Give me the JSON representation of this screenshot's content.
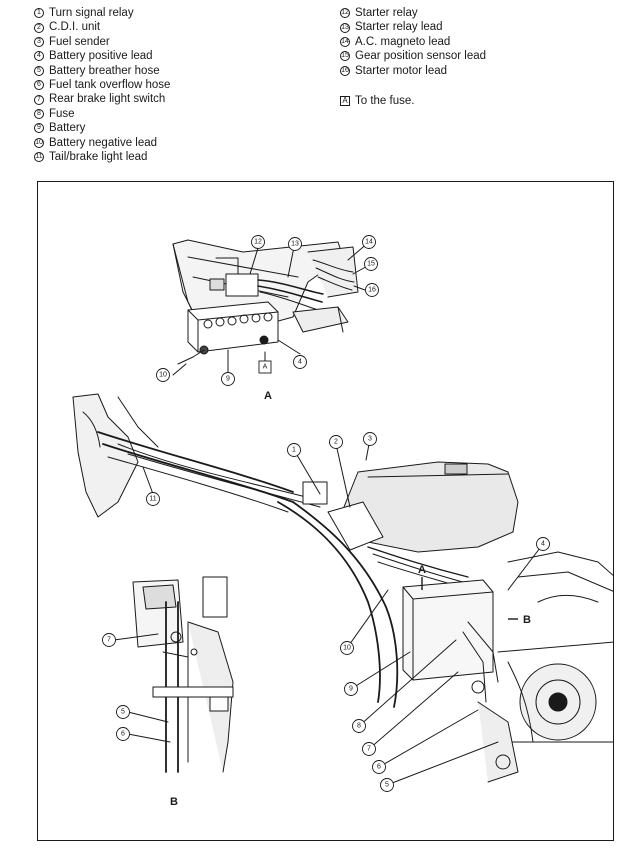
{
  "legend_left": [
    {
      "num": "1",
      "text": "Turn signal relay"
    },
    {
      "num": "2",
      "text": "C.D.I. unit"
    },
    {
      "num": "3",
      "text": "Fuel sender"
    },
    {
      "num": "4",
      "text": "Battery positive lead"
    },
    {
      "num": "5",
      "text": "Battery breather hose"
    },
    {
      "num": "6",
      "text": "Fuel tank overflow hose"
    },
    {
      "num": "7",
      "text": "Rear brake light switch"
    },
    {
      "num": "8",
      "text": "Fuse"
    },
    {
      "num": "9",
      "text": "Battery"
    },
    {
      "num": "10",
      "text": "Battery negative lead"
    },
    {
      "num": "11",
      "text": "Tail/brake light lead"
    }
  ],
  "legend_right": [
    {
      "num": "12",
      "text": "Starter relay"
    },
    {
      "num": "13",
      "text": "Starter relay lead"
    },
    {
      "num": "14",
      "text": "A.C. magneto lead"
    },
    {
      "num": "15",
      "text": "Gear position sensor lead"
    },
    {
      "num": "16",
      "text": "Starter motor lead"
    }
  ],
  "fuse_note": {
    "box": "A",
    "text": "To the fuse."
  },
  "views": {
    "a": "A",
    "b": "B",
    "pointer_a": "A",
    "pointer_b": "B"
  },
  "callouts_a": [
    "12",
    "13",
    "14",
    "15",
    "16",
    "4",
    "A",
    "9",
    "10"
  ],
  "callouts_main": [
    "1",
    "2",
    "3",
    "4",
    "11",
    "10",
    "9",
    "8",
    "7",
    "6",
    "5"
  ],
  "callouts_b": [
    "7",
    "5",
    "6"
  ]
}
